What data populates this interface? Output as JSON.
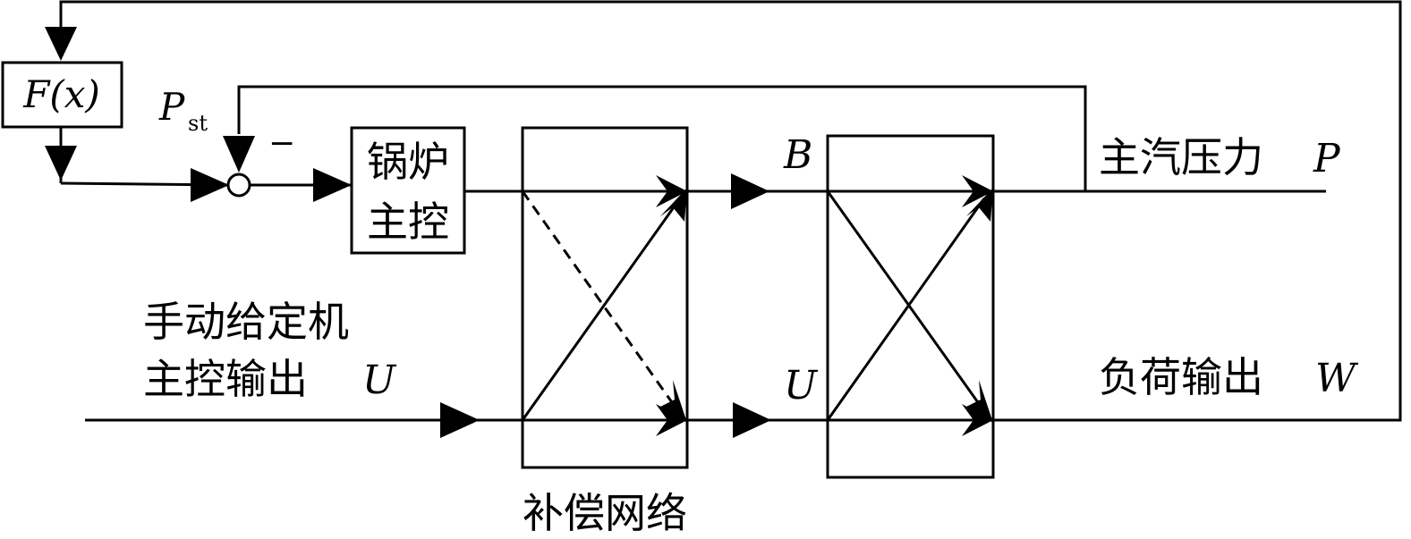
{
  "blocks": {
    "fx": "F(x)",
    "boiler_line1": "锅炉",
    "boiler_line2": "主控",
    "compensation_network": "补偿网络"
  },
  "signals": {
    "setpoint_symbol": "P",
    "setpoint_subscript": "st",
    "minus_sign": "−",
    "b": "B",
    "u_mid": "U",
    "manual_line1": "手动给定机",
    "manual_line2": "主控输出",
    "manual_symbol": "U",
    "pressure_label": "主汽压力",
    "pressure_symbol": "P",
    "load_label": "负荷输出",
    "load_symbol": "W"
  }
}
